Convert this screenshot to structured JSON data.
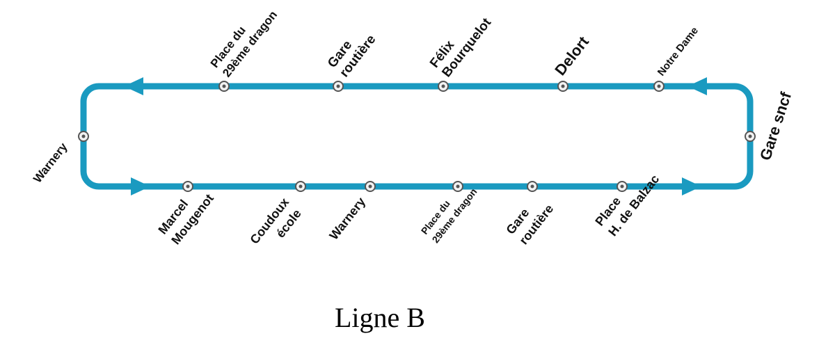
{
  "line_title": "Ligne B",
  "colors": {
    "route": "#1a9ac0",
    "stop_ring": "#555555",
    "stop_fill": "#f2f2f2",
    "text": "#111111"
  },
  "stops": {
    "top": [
      {
        "lines": [
          "Place du",
          "29ème dragon"
        ]
      },
      {
        "lines": [
          "Gare",
          "routière"
        ]
      },
      {
        "lines": [
          "Félix",
          "Bourquelot"
        ]
      },
      {
        "lines": [
          "Delort"
        ]
      },
      {
        "lines": [
          "Notre Dame"
        ]
      }
    ],
    "left": {
      "lines": [
        "Warnery"
      ]
    },
    "right": {
      "lines": [
        "Gare sncf"
      ]
    },
    "bottom": [
      {
        "lines": [
          "Marcel",
          "Mougenot"
        ]
      },
      {
        "lines": [
          "Coudoux",
          "école"
        ]
      },
      {
        "lines": [
          "Warnery"
        ]
      },
      {
        "lines": [
          "Place du",
          "29ème dragon"
        ]
      },
      {
        "lines": [
          "Gare",
          "routière"
        ]
      },
      {
        "lines": [
          "Place",
          "H. de Balzac"
        ]
      }
    ]
  }
}
